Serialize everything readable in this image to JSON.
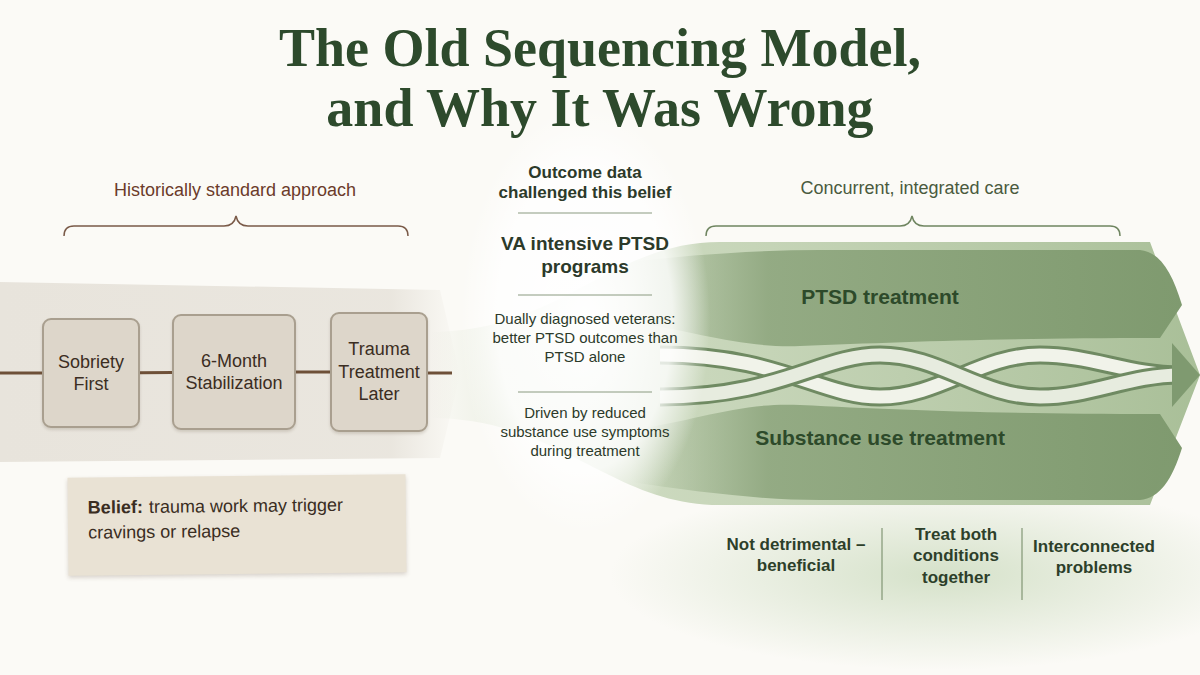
{
  "diagram": {
    "title": "The Old Sequencing Model, and Why It Was Wrong",
    "nodes": [
      {
        "text": [
          "Sobriety First"
        ]
      },
      {
        "text": [
          "6-Month Stabilization"
        ]
      },
      {
        "text": [
          "Trauma Treatment Later"
        ]
      },
      {
        "text": [
          "Belief:",
          "trauma work may trigger cravings or relapse"
        ]
      }
    ],
    "edges": [
      {
        "from": 0,
        "to": 1,
        "arrow": "none"
      },
      {
        "from": 1,
        "to": 2,
        "arrow": "none"
      }
    ],
    "labels": [
      "Historically standard approach",
      "Concurrent, integrated care",
      "Outcome data challenged this belief",
      "VA intensive PTSD programs",
      "Dually diagnosed veterans: better PTSD outcomes than PTSD alone",
      "Driven by reduced substance use symptoms during treatment",
      "PTSD treatment",
      "Substance use treatment",
      "Not detrimental – beneficial",
      "Treat both conditions together",
      "Interconnected problems"
    ]
  }
}
